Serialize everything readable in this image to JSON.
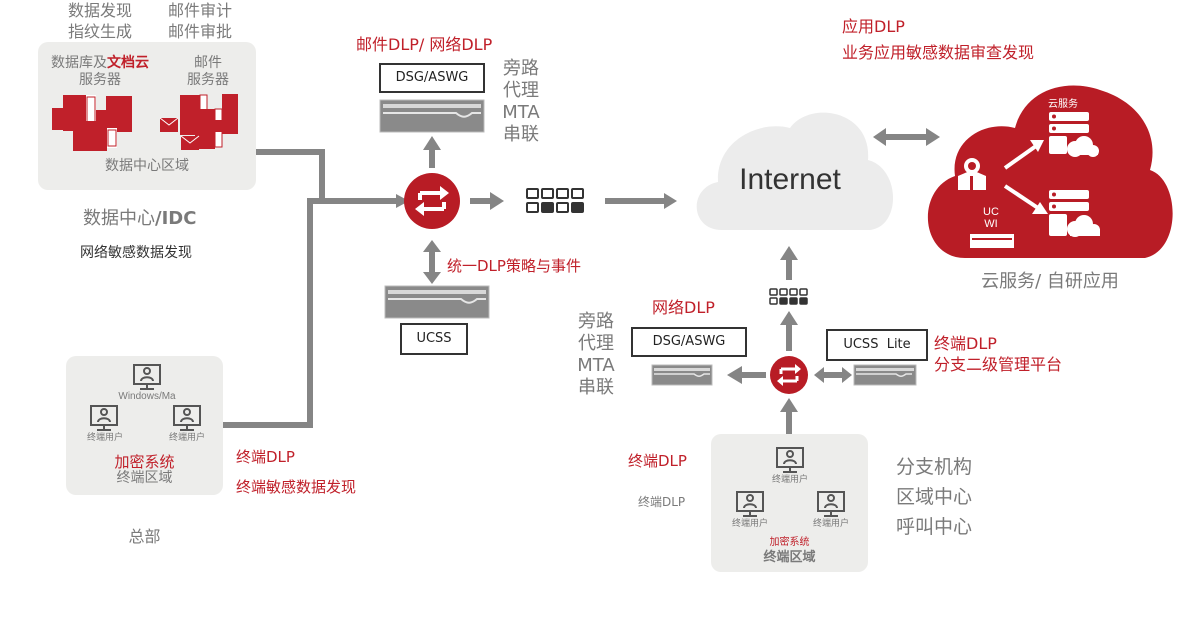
{
  "colors": {
    "brand_red": "#b81c25",
    "connector_gray": "#858585",
    "panel_gray": "#ededeb",
    "text_gray": "#7a7a7a"
  },
  "datacenter": {
    "top_label_left": [
      "数据发现",
      "指纹生成"
    ],
    "top_label_right": [
      "邮件审计",
      "邮件审批"
    ],
    "db_server_label_prefix": "数据库及",
    "db_server_label_highlight": "文档云",
    "db_server_label_line2": "服务器",
    "mail_server_label": [
      "邮件",
      "服务器"
    ],
    "zone_label": "数据中心区域",
    "title_prefix": "数据中心",
    "title_suffix": "/IDC",
    "subtitle": "网络敏感数据发现"
  },
  "gateway": {
    "title": "邮件DLP/ 网络DLP",
    "device_label": "DSG/ASWG",
    "mode_lines": [
      "旁路",
      "代理",
      "MTA",
      "串联"
    ],
    "policy_label": "统一DLP策略与事件",
    "mgmt_label": "UCSS"
  },
  "internet": {
    "label": "Internet"
  },
  "cloud": {
    "title": "应用DLP",
    "subtitle": "业务应用敏感数据审查发现",
    "service_label": "云服务",
    "ucwi_label": [
      "UC",
      "WI"
    ],
    "caption": "云服务/ 自研应用",
    "icons": [
      "gear-box-icon",
      "server-cloud-icon",
      "server-cloud-icon"
    ]
  },
  "hq": {
    "os_label": "Windows/Ma",
    "user_labels": [
      "终端用户",
      "终端用户"
    ],
    "encryption_label": "加密系统",
    "zone_label": "终端区域",
    "caption": "总部",
    "endpoint_title": "终端DLP",
    "endpoint_subtitle": "终端敏感数据发现"
  },
  "branch": {
    "network_title": "网络DLP",
    "device_label": "DSG/ASWG",
    "mode_lines": [
      "旁路",
      "代理",
      "MTA",
      "串联"
    ],
    "mgmt_label": "UCSS  Lite",
    "endpoint_title": "终端DLP",
    "endpoint_subtitle": "分支二级管理平台",
    "left_endpoint_title": "终端DLP",
    "left_endpoint_note": "终端DLP",
    "user_labels": [
      "终端用户",
      "终端用户",
      "终端用户"
    ],
    "encryption_label": "加密系统",
    "zone_label": "终端区域",
    "captions": [
      "分支机构",
      "区域中心",
      "呼叫中心"
    ]
  }
}
